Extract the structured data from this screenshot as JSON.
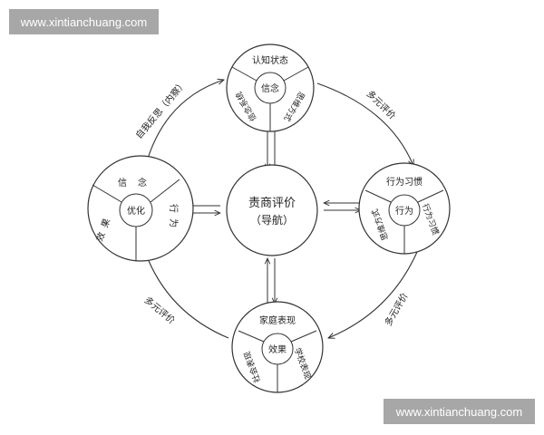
{
  "watermarks": {
    "top": "www.xintianchuang.com",
    "bottom": "www.xintianchuang.com"
  },
  "center": {
    "line1": "责商评价",
    "line2": "（导航）"
  },
  "nodes": {
    "top": {
      "center": "信念",
      "sectors": [
        "认知状态",
        "思维方式",
        "信念系统"
      ]
    },
    "left": {
      "center": "优化",
      "sectors": [
        "信念",
        "行为",
        "效果"
      ]
    },
    "right": {
      "center": "行为",
      "sectors": [
        "行为习惯",
        "行为习惯",
        "思维方式"
      ]
    },
    "bottom": {
      "center": "效果",
      "sectors": [
        "家庭表现",
        "学校表现",
        "社会表现"
      ]
    }
  },
  "arcs": {
    "top_left": "自我反思（内察）",
    "top_right": "多元评价",
    "bottom_right": "多元评价",
    "bottom_left": "多元评价"
  }
}
